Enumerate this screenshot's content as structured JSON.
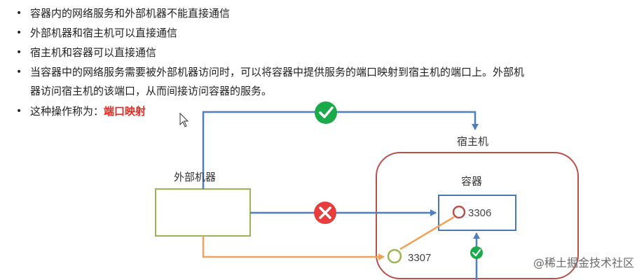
{
  "bullets": {
    "item1": "容器内的网络服务和外部机器不能直接通信",
    "item2": "外部机器和宿主机可以直接通信",
    "item3": "宿主机和容器可以直接通信",
    "item4_line1": "当容器中的网络服务需要被外部机器访问时，可以将容器中提供服务的端口映射到宿主机的端口上。外部机",
    "item4_line2": "器访问宿主机的该端口，从而间接访问容器的服务。",
    "item5_prefix": "这种操作称为：",
    "item5_highlight": "端口映射"
  },
  "diagram": {
    "external_machine_label": "外部机器",
    "host_label": "宿主机",
    "container_label": "容器",
    "container_port": "3306",
    "host_port": "3307"
  },
  "icons": {
    "check": "check-circle-icon",
    "cross": "cross-circle-icon",
    "cursor": "mouse-cursor-icon"
  },
  "colors": {
    "highlight": "#e8281e",
    "arrow_blue": "#4f7fbf",
    "arrow_orange": "#f0a15a",
    "host_border": "#b8504b",
    "external_border": "#9bb451",
    "container_border": "#4a78b5",
    "check_green": "#1aaa4a",
    "cross_red": "#e93c3c",
    "port_red": "#b8504b",
    "port_green": "#9bb451"
  },
  "watermark": "@稀土掘金技术社区"
}
